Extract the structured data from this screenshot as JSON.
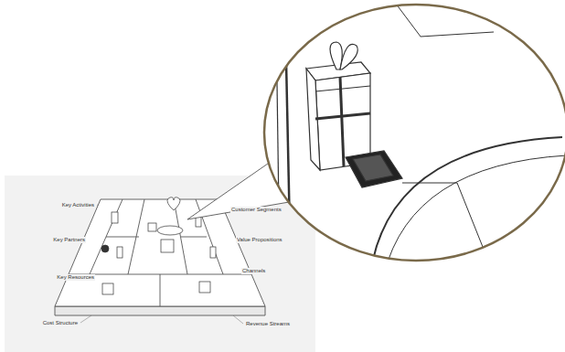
{
  "diagram": {
    "labels": [
      "Key Activities",
      "Key Partners",
      "Key Resources",
      "Cost Structure",
      "Customer Segments",
      "Value Propositions",
      "Channels",
      "Revenue Streams"
    ]
  }
}
